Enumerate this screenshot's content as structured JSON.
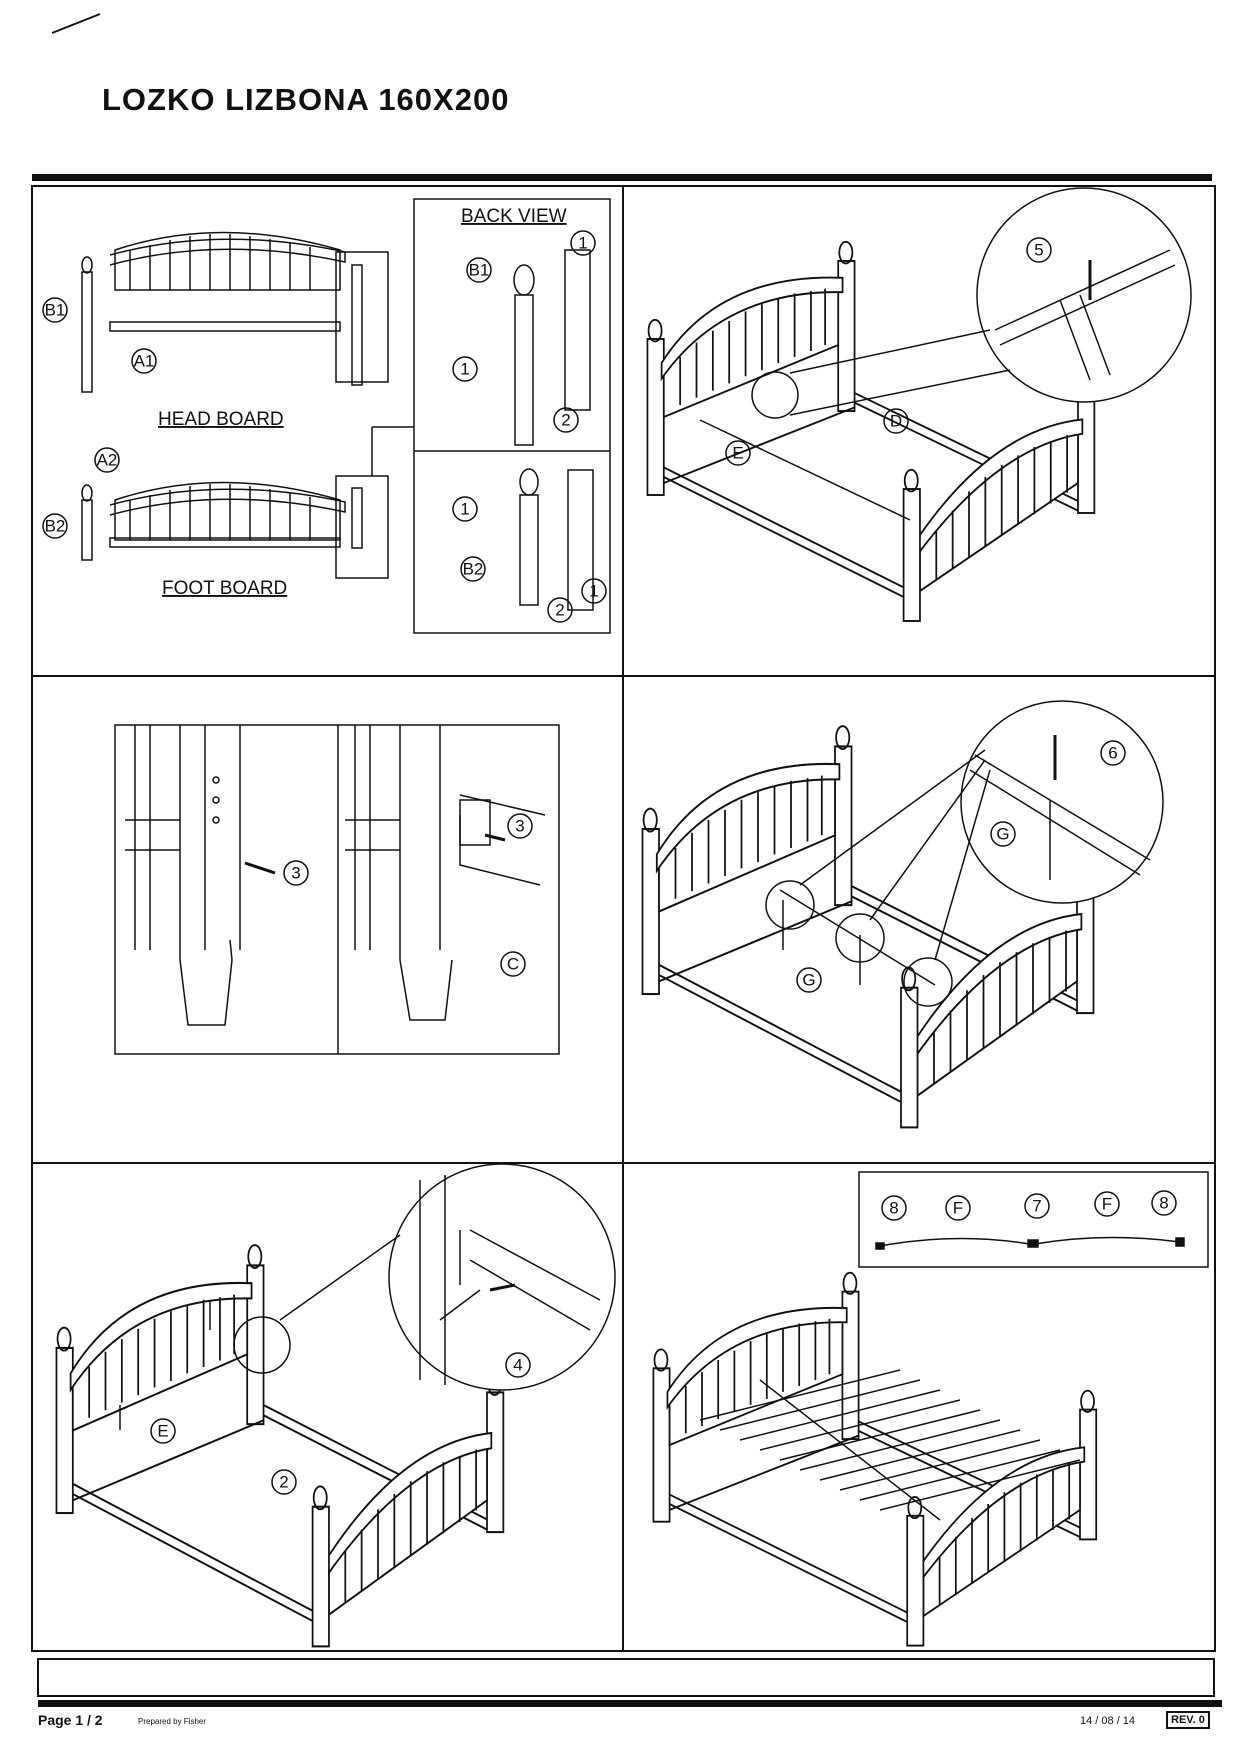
{
  "document": {
    "title": "LOZKO LIZBONA 160X200"
  },
  "step1": {
    "head_board_label": "HEAD BOARD",
    "foot_board_label": "FOOT BOARD",
    "back_view_label": "BACK VIEW",
    "callouts": [
      "B1",
      "A1",
      "A2",
      "B2",
      "1",
      "B1",
      "1",
      "2",
      "1",
      "B2",
      "2",
      "1"
    ]
  },
  "step2": {
    "callouts": [
      "5",
      "E",
      "D"
    ]
  },
  "step3": {
    "callouts": [
      "3",
      "3",
      "C"
    ]
  },
  "step4": {
    "callouts": [
      "6",
      "G",
      "G"
    ]
  },
  "step5": {
    "callouts": [
      "4",
      "E",
      "2"
    ]
  },
  "step6": {
    "callouts": [
      "8",
      "F",
      "7",
      "F",
      "8"
    ]
  },
  "footer": {
    "page": "Page 1 / 2",
    "prepared_by": "Prepared by  Fisher",
    "date": "14 / 08 / 14",
    "revision": "REV. 0"
  }
}
